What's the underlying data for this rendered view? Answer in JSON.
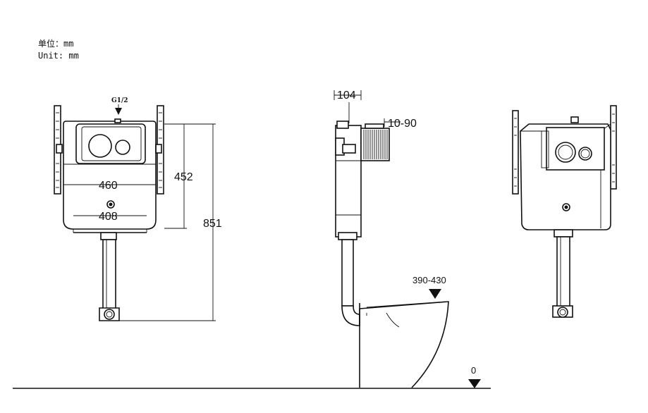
{
  "units": {
    "cn": "单位：mm",
    "en": "Unit: mm"
  },
  "front": {
    "inlet": "G1/2",
    "width_outer": "460",
    "width_inner": "408",
    "height_tank": "452",
    "height_total": "851"
  },
  "side": {
    "depth": "104",
    "adjust": "10-90",
    "bowl_height": "390-430",
    "floor": "0"
  }
}
